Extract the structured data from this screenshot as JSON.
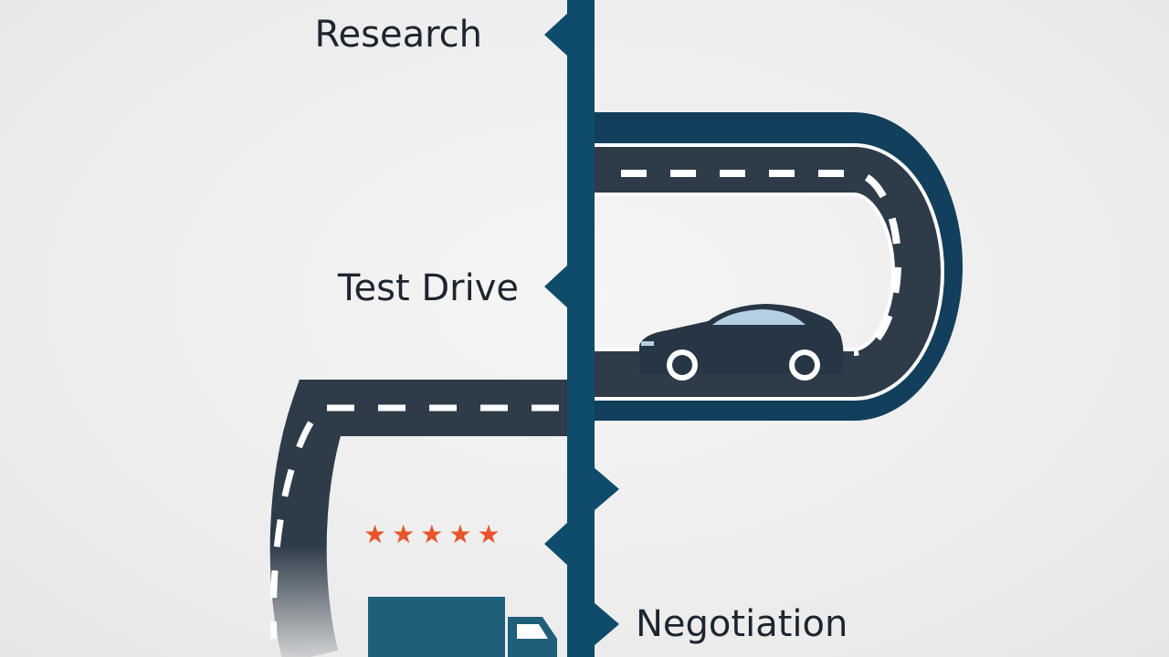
{
  "stages": [
    {
      "id": "research",
      "label": "Research"
    },
    {
      "id": "test-drive",
      "label": "Test Drive"
    },
    {
      "id": "negotiation",
      "label": "Negotiation"
    }
  ],
  "rating": {
    "stars": 5,
    "max": 5
  },
  "colors": {
    "timeline": "#0f4c6b",
    "road": "#2e3b48",
    "road_edge": "#ffffff",
    "lane_marking": "#ffffff",
    "car_body": "#273645",
    "car_window": "#b5cfe2",
    "truck": "#1f5f7a",
    "star": "#e8552b",
    "text": "#1d2530",
    "background": "#efefef"
  },
  "icons": [
    "car-icon",
    "delivery-truck-icon",
    "star-icon"
  ]
}
